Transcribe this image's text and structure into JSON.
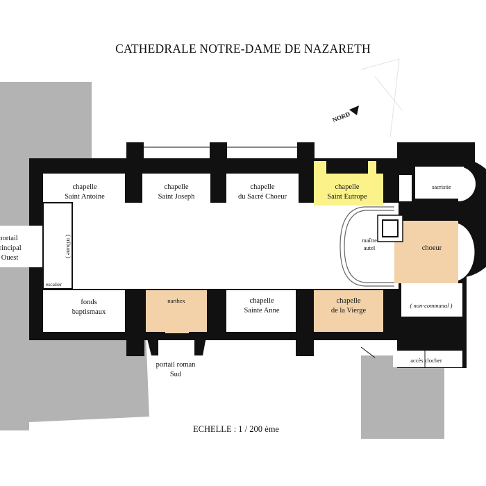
{
  "title": "CATHEDRALE NOTRE-DAME DE NAZARETH",
  "north": "NORD",
  "scale": "ECHELLE : 1 / 200 ème",
  "colors": {
    "wall": "#111111",
    "outside": "#b3b3b3",
    "highlight_yellow": "#fbf38a",
    "highlight_tan": "#f3d2aa",
    "floor": "#ffffff"
  },
  "rooms": {
    "antoine": [
      "chapelle",
      "Saint Antoine"
    ],
    "joseph": [
      "chapelle",
      "Saint Joseph"
    ],
    "sacre": [
      "chapelle",
      "du Sacré Choeur"
    ],
    "eutrope": [
      "chapelle",
      "Saint Eutrope"
    ],
    "sacristie": "sacristie",
    "maitre": [
      "maître",
      "autel"
    ],
    "choeur": "choeur",
    "tribune": "( tribune )",
    "portail_ouest": [
      "portail",
      "principal",
      "Ouest"
    ],
    "escalier": "escalier",
    "fonds": [
      "fonds",
      "baptismaux"
    ],
    "narthex": "narthex",
    "anne": [
      "chapelle",
      "Sainte Anne"
    ],
    "vierge": [
      "chapelle",
      "de la Vierge"
    ],
    "noncommunal": "( non-communal )",
    "clocher": "accès clocher",
    "portail_sud": [
      "portail  roman",
      "Sud"
    ]
  }
}
